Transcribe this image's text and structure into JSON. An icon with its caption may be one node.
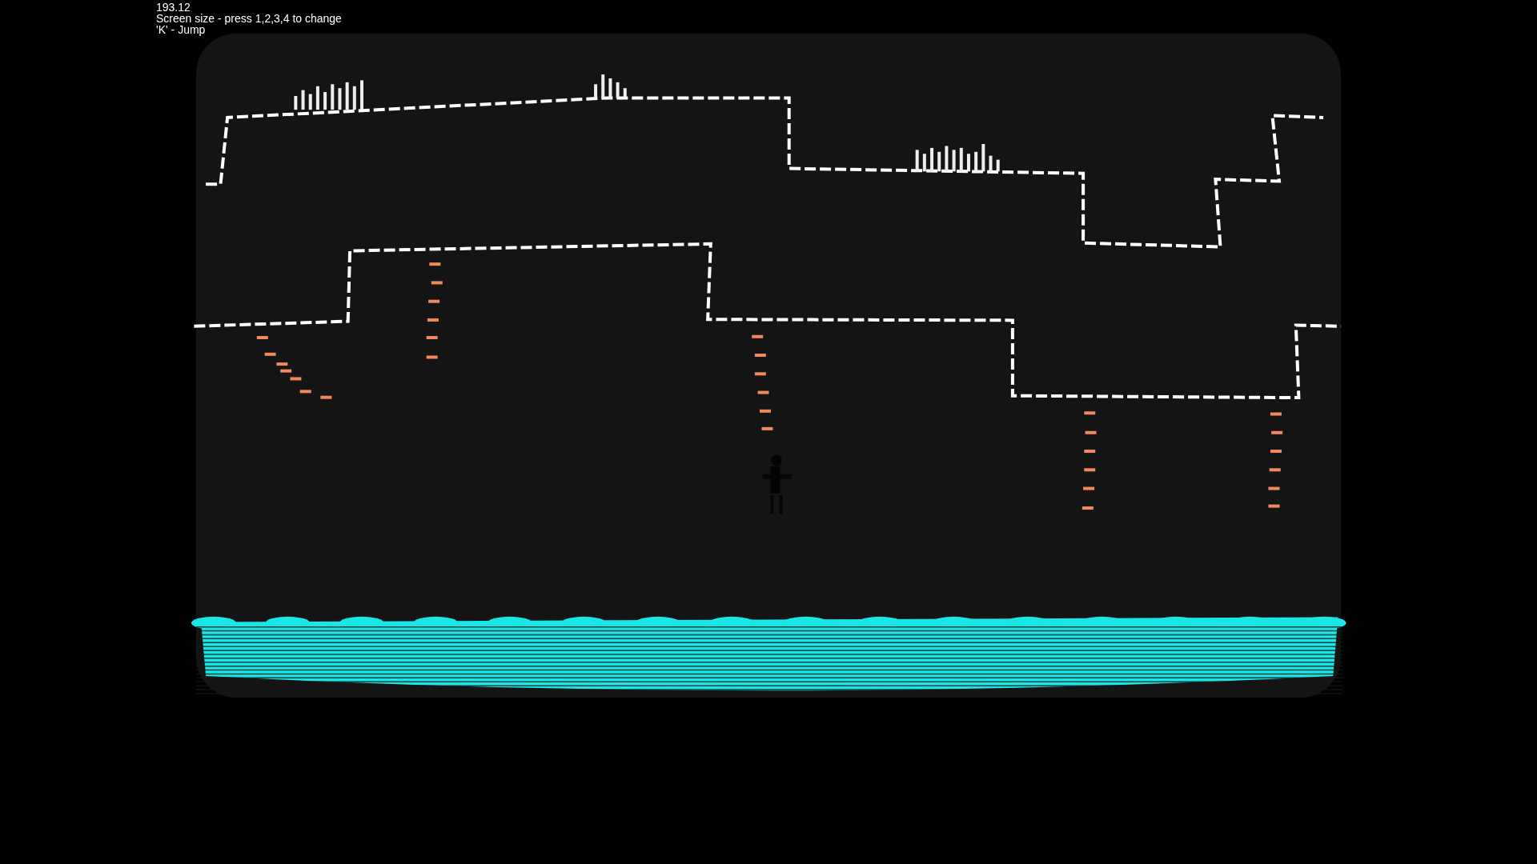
{
  "diagram": {
    "labels": [
      "193.12",
      "Screen size - press 1,2,3,4 to change",
      "'K' - Jump"
    ]
  }
}
